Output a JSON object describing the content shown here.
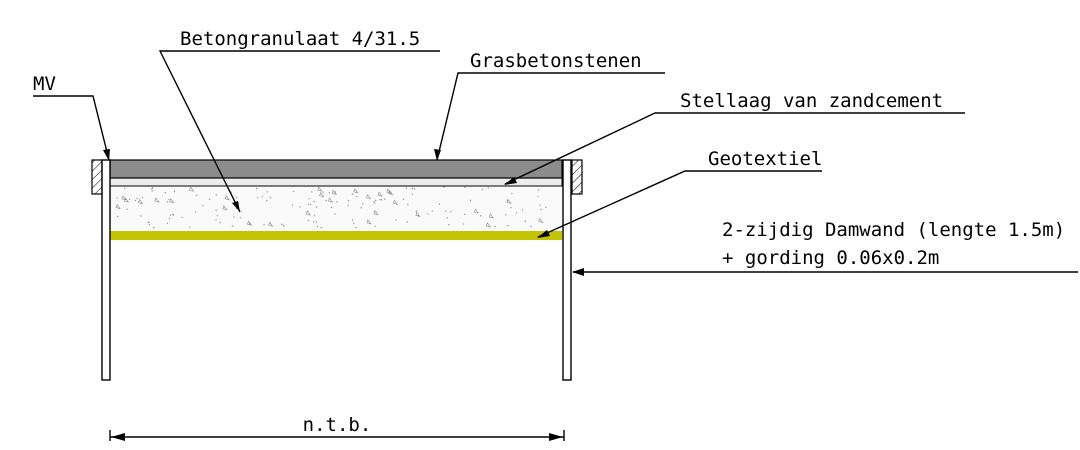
{
  "labels": {
    "betongranulaat": "Betongranulaat 4/31.5",
    "grasbetonstenen": "Grasbetonstenen",
    "mv": "MV",
    "stellaag": "Stellaag van zandcement",
    "geotextiel": "Geotextiel",
    "damwand_line1": "2-zijdig Damwand (lengte 1.5m)",
    "damwand_line2": "+ gording 0.06x0.2m",
    "ntb": "n.t.b."
  },
  "colors": {
    "grasbeton": "#8c8c8c",
    "geotextiel": "#c3c300",
    "stellaag": "#ededed",
    "granulaat": "#fafafa",
    "gording": "#d0d0d0",
    "stroke": "#000000"
  }
}
